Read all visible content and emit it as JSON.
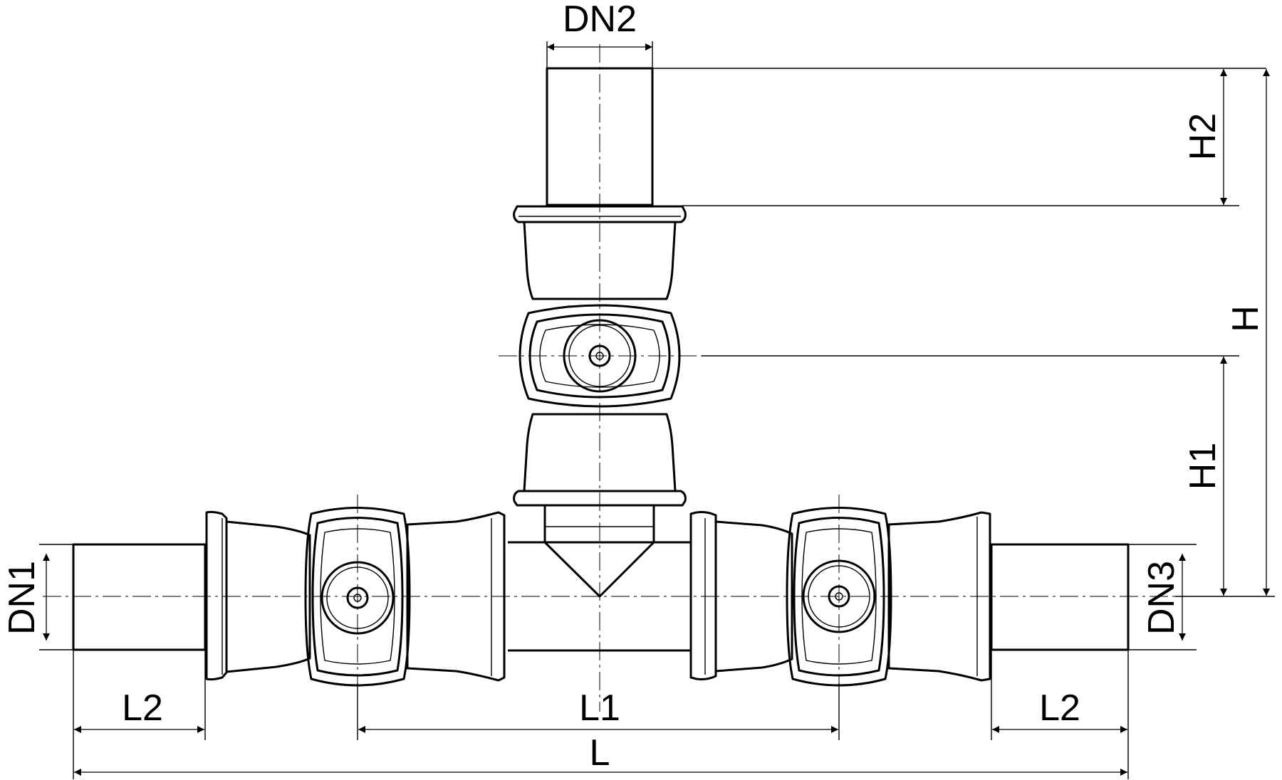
{
  "diagram": {
    "type": "technical-drawing",
    "subject": "press tee fitting",
    "labels": {
      "dn1": "DN1",
      "dn2": "DN2",
      "dn3": "DN3",
      "h": "H",
      "h1": "H1",
      "h2": "H2",
      "l": "L",
      "l1": "L1",
      "l2_left": "L2",
      "l2_right": "L2"
    }
  }
}
